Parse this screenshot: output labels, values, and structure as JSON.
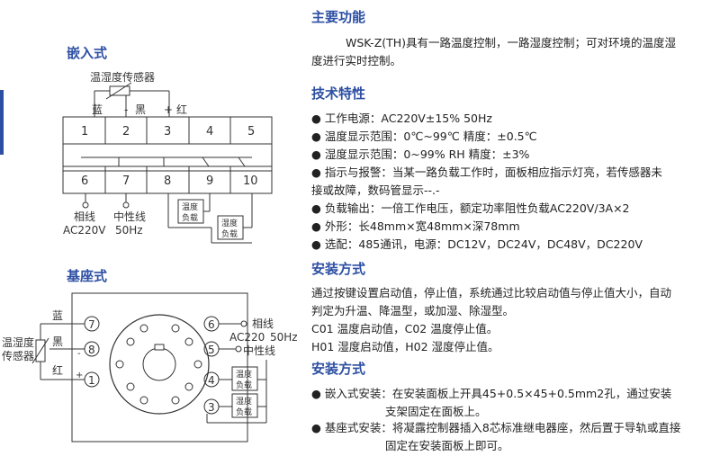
{
  "left": {
    "embedded_title": "嵌入式",
    "sensor_label": "温湿度传感器",
    "wire_blue": "蓝",
    "wire_black": "黑",
    "wire_red": "红",
    "minus": "-",
    "plus": "+",
    "terminals_top": [
      "1",
      "2",
      "3",
      "4",
      "5"
    ],
    "terminals_bottom": [
      "6",
      "7",
      "8",
      "9",
      "10"
    ],
    "live_label": "相线",
    "neutral_label": "中性线",
    "voltage": "AC220V",
    "freq": "50Hz",
    "temp_load": [
      "温度",
      "负载"
    ],
    "hum_load": [
      "湿度",
      "负载"
    ],
    "socket_title": "基座式",
    "socket_sensor": [
      "温湿度",
      "传感器"
    ],
    "socket_pins": [
      "7",
      "8",
      "1",
      "6",
      "5",
      "4",
      "3"
    ],
    "socket_live": "相线",
    "socket_ac": "AC220",
    "socket_freq": "50Hz",
    "socket_neutral": "中性线"
  },
  "right": {
    "main_func_title": "主要功能",
    "main_func_text": [
      "WSK-Z(TH)具有一路温度控制，一路湿度控制；可对环境的温度湿",
      "度进行实时控制。"
    ],
    "tech_title": "技术特性",
    "tech_items": [
      "工作电源：AC220V±15% 50Hz",
      "温度显示范围：0℃~99℃  精度：±0.5℃",
      "湿度显示范围：0~99% RH  精度：±3%",
      "指示与报警：当某一路负载工作时，面板相应指示灯亮，若传感器未",
      "接或故障，数码管显示--.-",
      "负载输出：一倍工作电压，额定功率阻性负载AC220V/3A×2",
      "外形：长48mm×宽48mm×深78mm",
      "选配：485通讯，电源：DC12V，DC24V，DC48V，DC220V"
    ],
    "install_title": "安装方式",
    "install_text": [
      "通过按键设置启动值，停止值，系统通过比较启动值与停止值大小，自动",
      "判定为升温、降温型，或加湿、除湿型。",
      "C01 温度启动值，C02 温度停止值。",
      "H01 湿度启动值，H02 湿度停止值。"
    ],
    "install2_title": "安装方式",
    "install2_items": [
      "嵌入式安装：在安装面板上开具45+0.5×45+0.5mm2孔，通过安装",
      "支架固定在面板上。",
      "基座式安装：将凝露控制器插入8芯标准继电器座，然后置于导轨或直接",
      "固定在安装面板上即可。"
    ]
  }
}
